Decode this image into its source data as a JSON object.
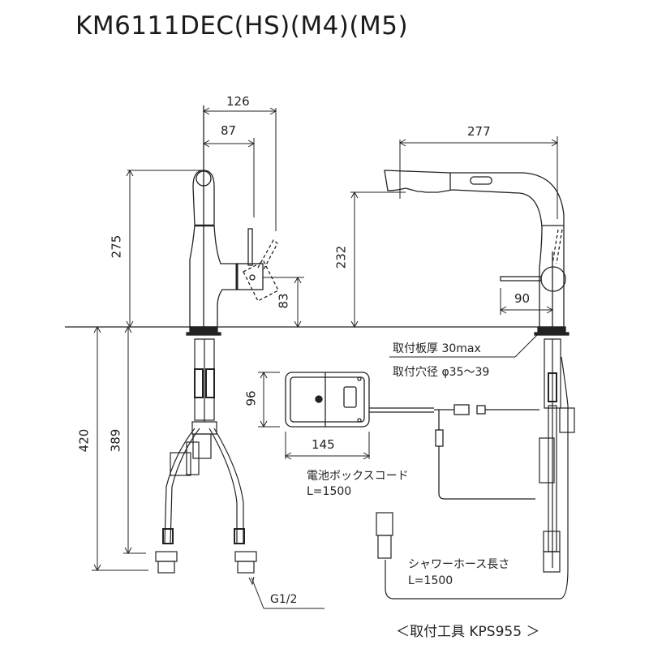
{
  "title": "KM6111DEC(HS)(M4)(M5)",
  "dimensions": {
    "side_view": {
      "width_to_lever_tip": "126",
      "width_to_lever": "87",
      "total_height": "275",
      "lever_height": "83"
    },
    "front_view": {
      "spout_reach": "277",
      "spout_height": "232",
      "lever_offset": "90"
    },
    "under_counter": {
      "total_depth": "420",
      "depth_to_connector": "389"
    },
    "battery_box": {
      "height": "96",
      "width": "145"
    }
  },
  "notes": {
    "mounting_thickness": "取付板厚 30max",
    "mounting_hole": "取付穴径 φ35～39",
    "battery_cord_label": "電池ボックスコード",
    "battery_cord_length": "L=1500",
    "shower_hose_label": "シャワーホース長さ",
    "shower_hose_length": "L=1500",
    "thread_spec": "G1/2"
  },
  "footer": "＜取付工具 KPS955 ＞"
}
